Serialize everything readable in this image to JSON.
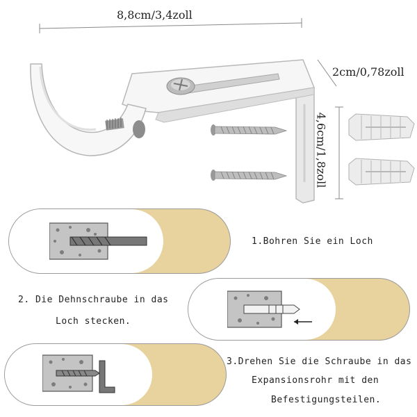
{
  "dimensions": {
    "width_label": "8,8cm/3,4zoll",
    "depth_label": "2cm/0,78zoll",
    "height_label": "4,6cm/1,8zoll"
  },
  "steps": [
    {
      "text": "1.Bohren Sie ein Loch"
    },
    {
      "line1": "2. Die Dehnschraube in das",
      "line2": "Loch stecken."
    },
    {
      "line1": "3.Drehen Sie die Schraube in das",
      "line2": "Expansionsrohr mit den",
      "line3": "Befestigungsteilen."
    }
  ],
  "colors": {
    "pill_accent": "#e8d29d",
    "bracket": "#f4f4f4",
    "concrete": "#c4c4c4"
  },
  "icons": [
    "bracket-icon",
    "screw-icon",
    "wall-plug-icon",
    "drill-icon",
    "concrete-block-icon"
  ]
}
